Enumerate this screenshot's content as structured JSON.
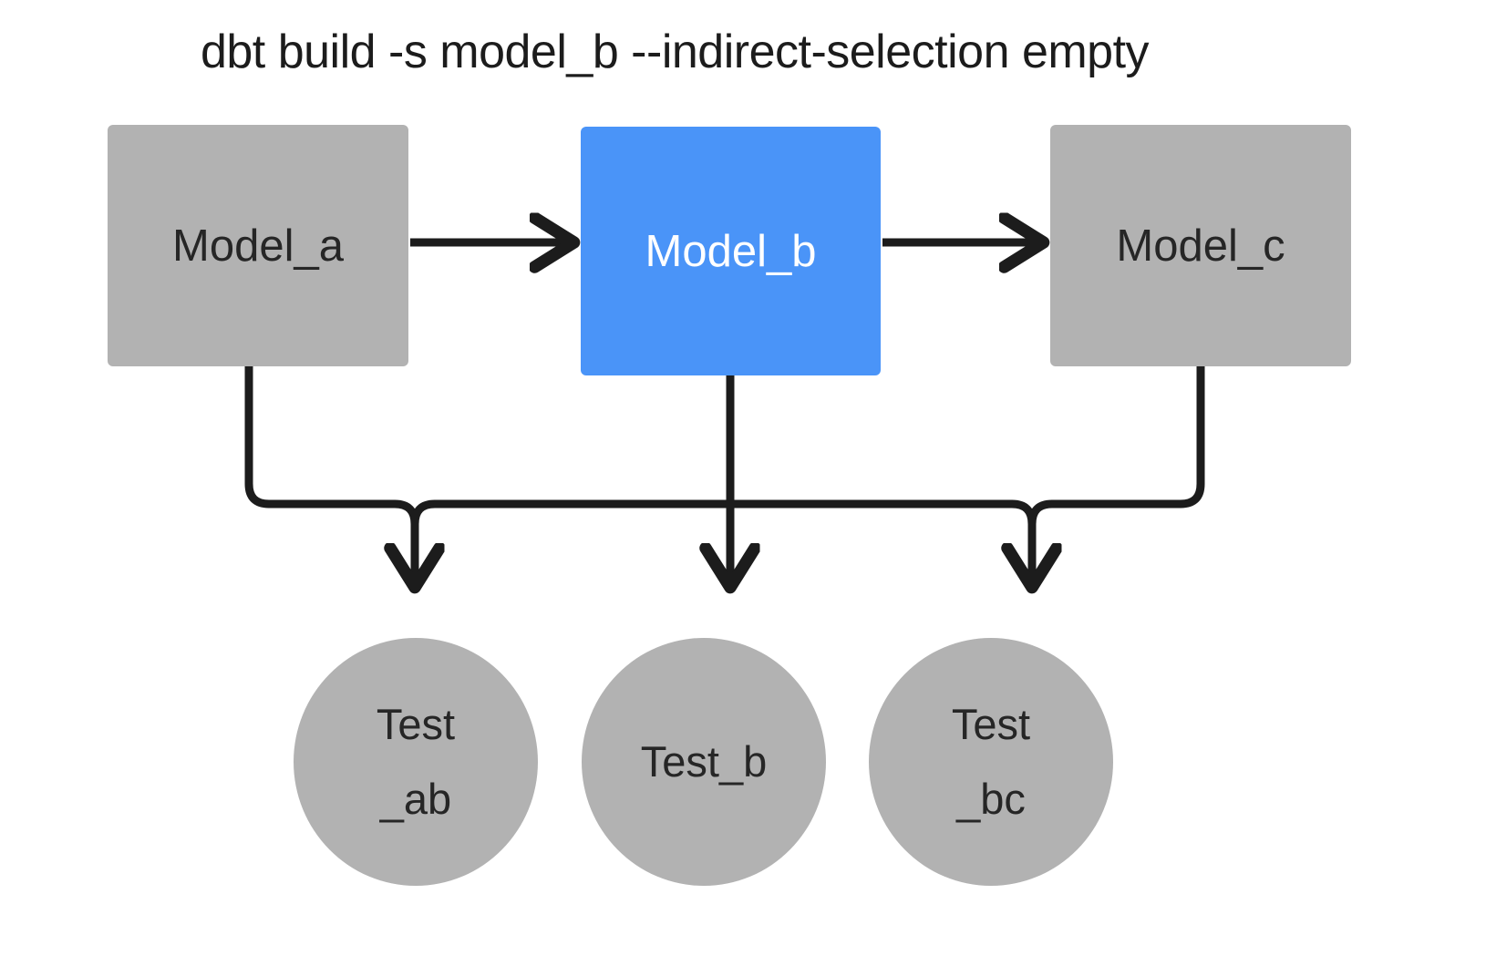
{
  "title": "dbt build -s model_b --indirect-selection empty",
  "colors": {
    "background": "#ffffff",
    "node_gray": "#b2b2b2",
    "node_selected_blue": "#4a94f8",
    "edge_black": "#1c1c1c",
    "text_dark": "#262626",
    "text_light": "#ffffff"
  },
  "graph": {
    "models": [
      {
        "id": "model_a",
        "label": "Model_a",
        "shape": "rectangle",
        "fill": "#b2b2b2",
        "text_color": "#262626",
        "selected": false
      },
      {
        "id": "model_b",
        "label": "Model_b",
        "shape": "rectangle",
        "fill": "#4a94f8",
        "text_color": "#ffffff",
        "selected": true
      },
      {
        "id": "model_c",
        "label": "Model_c",
        "shape": "rectangle",
        "fill": "#b2b2b2",
        "text_color": "#262626",
        "selected": false
      }
    ],
    "tests": [
      {
        "id": "test_ab",
        "label": "Test\n_ab",
        "shape": "circle",
        "fill": "#b2b2b2",
        "text_color": "#262626",
        "selected": false
      },
      {
        "id": "test_b",
        "label": "Test_b",
        "shape": "circle",
        "fill": "#b2b2b2",
        "text_color": "#262626",
        "selected": false
      },
      {
        "id": "test_bc",
        "label": "Test\n_bc",
        "shape": "circle",
        "fill": "#b2b2b2",
        "text_color": "#262626",
        "selected": false
      }
    ],
    "edges": [
      {
        "from": "model_a",
        "to": "model_b",
        "kind": "ref"
      },
      {
        "from": "model_b",
        "to": "model_c",
        "kind": "ref"
      },
      {
        "from": "model_a",
        "to": "test_ab",
        "kind": "test"
      },
      {
        "from": "model_b",
        "to": "test_ab",
        "kind": "test"
      },
      {
        "from": "model_b",
        "to": "test_b",
        "kind": "test"
      },
      {
        "from": "model_b",
        "to": "test_bc",
        "kind": "test"
      },
      {
        "from": "model_c",
        "to": "test_bc",
        "kind": "test"
      }
    ]
  }
}
